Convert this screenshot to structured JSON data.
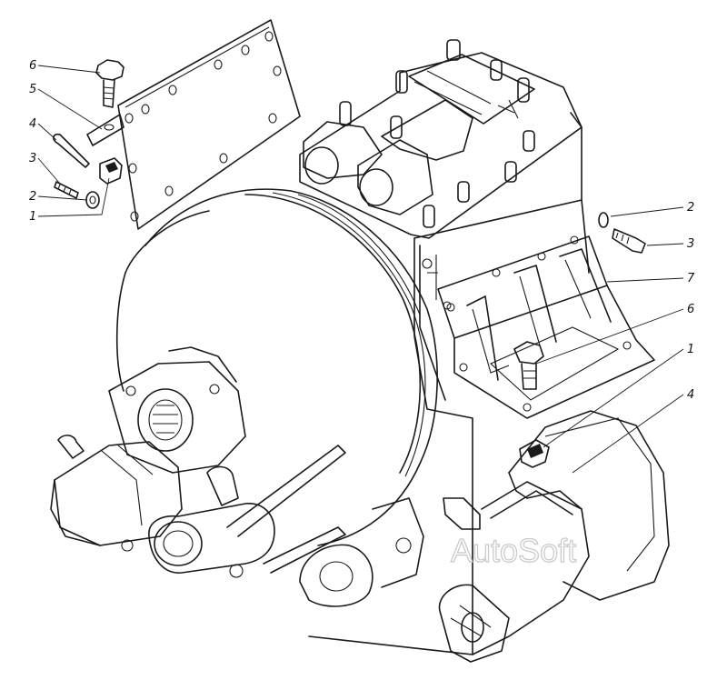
{
  "callouts_left": {
    "c6": "6",
    "c5": "5",
    "c4": "4",
    "c3": "3",
    "c2": "2",
    "c1": "1"
  },
  "callouts_right": {
    "c2": "2",
    "c3": "3",
    "c7": "7",
    "c6": "6",
    "c1": "1",
    "c4": "4"
  },
  "watermark": "AutoSoft"
}
